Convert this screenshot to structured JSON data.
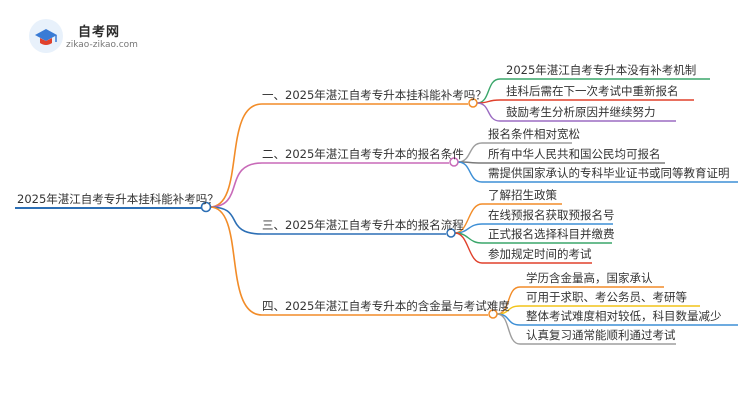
{
  "site": {
    "name": "自考网",
    "url": "zikao-zikao.com"
  },
  "root": {
    "text": "2025年湛江自考专升本挂科能补考吗？"
  },
  "branches": [
    {
      "text": "一、2025年湛江自考专升本挂科能补考吗？",
      "color": "#f28c28",
      "children": [
        {
          "text": "2025年湛江自考专升本没有补考机制",
          "color": "#3aa66a"
        },
        {
          "text": "挂科后需在下一次考试中重新报名",
          "color": "#e0412c"
        },
        {
          "text": "鼓励考生分析原因并继续努力",
          "color": "#9b6cc2"
        }
      ]
    },
    {
      "text": "二、2025年湛江自考专升本的报名条件",
      "color": "#c86ab8",
      "children": [
        {
          "text": "报名条件相对宽松",
          "color": "#9e9e9e"
        },
        {
          "text": "所有中华人民共和国公民均可报名",
          "color": "#7a7a7a"
        },
        {
          "text": "需提供国家承认的专科毕业证书或同等教育证明",
          "color": "#3d8fd6"
        }
      ]
    },
    {
      "text": "三、2025年湛江自考专升本的报名流程",
      "color": "#2c6fb5",
      "children": [
        {
          "text": "了解招生政策",
          "color": "#f28c28"
        },
        {
          "text": "在线预报名获取预报名号",
          "color": "#3d8fd6"
        },
        {
          "text": "正式报名选择科目并缴费",
          "color": "#3aa66a"
        },
        {
          "text": "参加规定时间的考试",
          "color": "#e0412c"
        }
      ]
    },
    {
      "text": "四、2025年湛江自考专升本的含金量与考试难度",
      "color": "#f28c28",
      "children": [
        {
          "text": "学历含金量高，国家承认",
          "color": "#f28c28"
        },
        {
          "text": "可用于求职、考公务员、考研等",
          "color": "#f2c318"
        },
        {
          "text": "整体考试难度相对较低，科目数量减少",
          "color": "#3d8fd6"
        },
        {
          "text": "认真复习通常能顺利通过考试",
          "color": "#9e9e9e"
        }
      ]
    }
  ]
}
